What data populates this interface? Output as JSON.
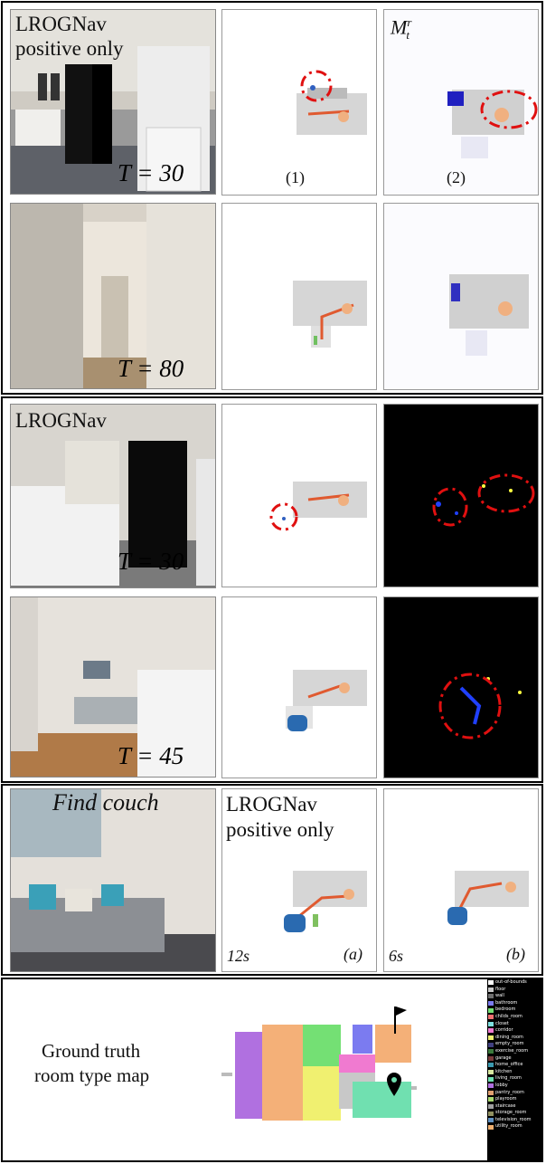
{
  "row1": {
    "label_line1": "LROGNav",
    "label_line2": "positive only",
    "t_label": "T = 30",
    "sub1": "(1)",
    "sub2": "(2)",
    "map_label": "M",
    "map_sup": "r",
    "map_sub": "t"
  },
  "row2": {
    "t_label": "T = 80"
  },
  "row3": {
    "label": "LROGNav",
    "t_label": "T = 30"
  },
  "row4": {
    "t_label": "T = 45"
  },
  "row5": {
    "find": "Find couch",
    "label_line1": "LROGNav",
    "label_line2": "positive only",
    "time_a": "12s",
    "tag_a": "(a)",
    "time_b": "6s",
    "tag_b": "(b)"
  },
  "gt": {
    "line1": "Ground truth",
    "line2": "room type map"
  },
  "legend": [
    {
      "name": "out-of-bounds",
      "color": "#ffffff"
    },
    {
      "name": "floor",
      "color": "#c8c8c8"
    },
    {
      "name": "wall",
      "color": "#6e6e6e"
    },
    {
      "name": "bathroom",
      "color": "#7b7bf0"
    },
    {
      "name": "bedroom",
      "color": "#74e074"
    },
    {
      "name": "childs_room",
      "color": "#f07070"
    },
    {
      "name": "closet",
      "color": "#7ee0e0"
    },
    {
      "name": "corridor",
      "color": "#f07ad0"
    },
    {
      "name": "dining_room",
      "color": "#f0f070"
    },
    {
      "name": "empty_room",
      "color": "#404080"
    },
    {
      "name": "exercise_room",
      "color": "#3c7a3c"
    },
    {
      "name": "garage",
      "color": "#7a3c3c"
    },
    {
      "name": "home_office",
      "color": "#3c9ab0"
    },
    {
      "name": "kitchen",
      "color": "#d8e8a0"
    },
    {
      "name": "living_room",
      "color": "#70e0b0"
    },
    {
      "name": "lobby",
      "color": "#b070e0"
    },
    {
      "name": "pantry_room",
      "color": "#e0a070"
    },
    {
      "name": "playroom",
      "color": "#a8d870"
    },
    {
      "name": "staircase",
      "color": "#a0a0a0"
    },
    {
      "name": "storage_room",
      "color": "#909060"
    },
    {
      "name": "television_room",
      "color": "#6090c0"
    },
    {
      "name": "utility_room",
      "color": "#f0b070"
    }
  ]
}
